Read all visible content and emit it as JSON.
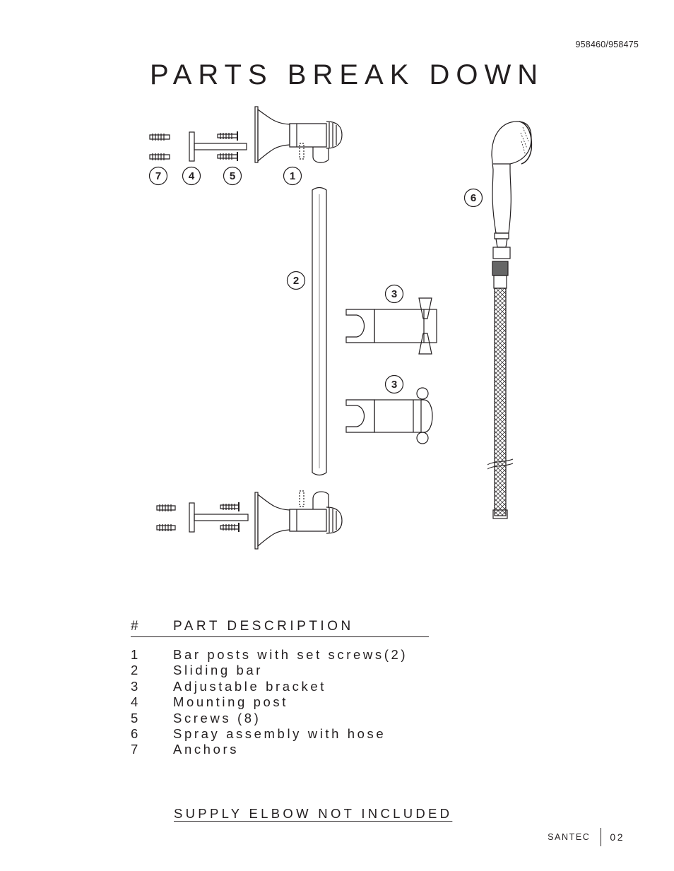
{
  "header": {
    "model_number": "958460/958475",
    "title": "PARTS BREAK DOWN"
  },
  "diagram": {
    "callouts": [
      "7",
      "4",
      "5",
      "1",
      "6",
      "2",
      "3",
      "3"
    ]
  },
  "parts_table": {
    "header_num": "#",
    "header_desc": "PART DESCRIPTION",
    "rows": [
      {
        "num": "1",
        "desc": "Bar posts with set screws(2)"
      },
      {
        "num": "2",
        "desc": "Sliding bar"
      },
      {
        "num": "3",
        "desc": "Adjustable bracket"
      },
      {
        "num": "4",
        "desc": "Mounting post"
      },
      {
        "num": "5",
        "desc": "Screws (8)"
      },
      {
        "num": "6",
        "desc": "Spray assembly with hose"
      },
      {
        "num": "7",
        "desc": "Anchors"
      }
    ]
  },
  "note": "SUPPLY ELBOW NOT INCLUDED",
  "footer": {
    "brand": "SANTEC",
    "page_number": "02"
  }
}
